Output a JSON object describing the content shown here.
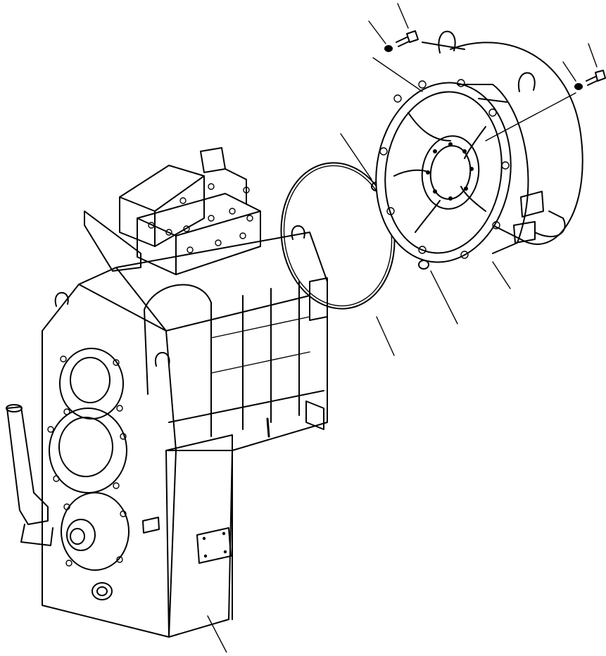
{
  "diagram": {
    "style": "exploded parts line drawing",
    "line_color": "#000000",
    "background_color": "#ffffff",
    "parts": [
      {
        "id": "transmission-housing",
        "icon": "transmission-icon"
      },
      {
        "id": "o-ring-large",
        "icon": "o-ring-icon"
      },
      {
        "id": "o-ring-small-upper",
        "icon": "o-ring-icon"
      },
      {
        "id": "o-ring-small-lower",
        "icon": "o-ring-icon"
      },
      {
        "id": "flywheel-housing",
        "icon": "housing-icon"
      },
      {
        "id": "bolt-left",
        "icon": "bolt-icon"
      },
      {
        "id": "washer-left",
        "icon": "washer-icon"
      },
      {
        "id": "bolt-right",
        "icon": "bolt-icon"
      },
      {
        "id": "washer-right",
        "icon": "washer-icon"
      }
    ]
  }
}
